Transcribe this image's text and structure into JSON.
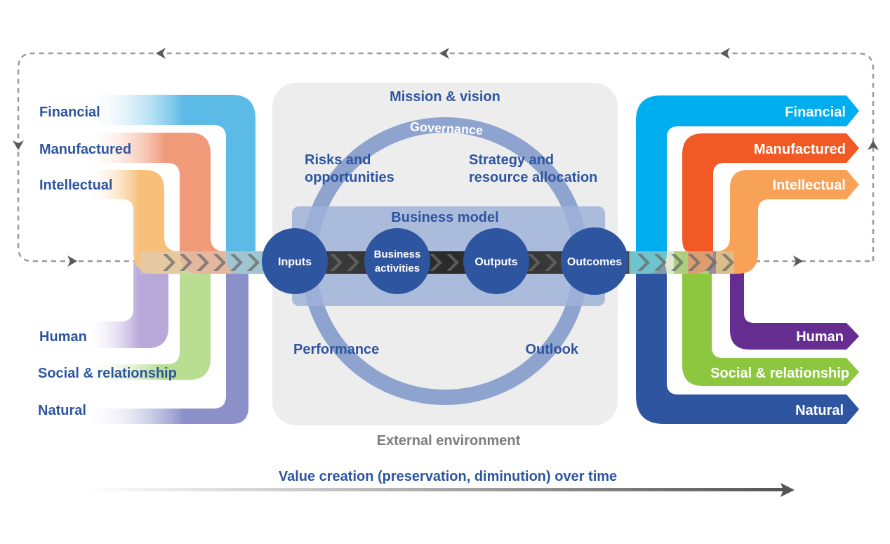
{
  "left_capitals": [
    {
      "label": "Financial",
      "color": "#5bbbe6"
    },
    {
      "label": "Manufactured",
      "color": "#f09a7a"
    },
    {
      "label": "Intellectual",
      "color": "#f7c07a"
    },
    {
      "label": "Human",
      "color": "#a79ad2"
    },
    {
      "label": "Social & relationship",
      "color": "#a9d67e"
    },
    {
      "label": "Natural",
      "color": "#6c76b8"
    }
  ],
  "right_capitals": [
    {
      "label": "Financial",
      "color": "#00aeef"
    },
    {
      "label": "Manufactured",
      "color": "#f15a24"
    },
    {
      "label": "Intellectual",
      "color": "#f7a257"
    },
    {
      "label": "Human",
      "color": "#662d91"
    },
    {
      "label": "Social & relationship",
      "color": "#8dc63f"
    },
    {
      "label": "Natural",
      "color": "#2e55a0"
    }
  ],
  "center": {
    "mission": "Mission & vision",
    "governance": "Governance",
    "risks_line1": "Risks and",
    "risks_line2": "opportunities",
    "strategy_line1": "Strategy and",
    "strategy_line2": "resource allocation",
    "business_model": "Business model",
    "performance": "Performance",
    "outlook": "Outlook",
    "external": "External environment"
  },
  "process_nodes": {
    "inputs": "Inputs",
    "business_activities_line1": "Business",
    "business_activities_line2": "activities",
    "outputs": "Outputs",
    "outcomes": "Outcomes"
  },
  "footer": {
    "value_creation": "Value creation (preservation, diminution) over time"
  },
  "colors": {
    "text_blue": "#2e55a0",
    "node_fill": "#2e55a0",
    "panel": "#ededed",
    "ring": "#8ea4cf",
    "business_band": "#9fb1d8",
    "external_text": "#7d7d7d",
    "dashed_loop": "#9a9a9a"
  }
}
